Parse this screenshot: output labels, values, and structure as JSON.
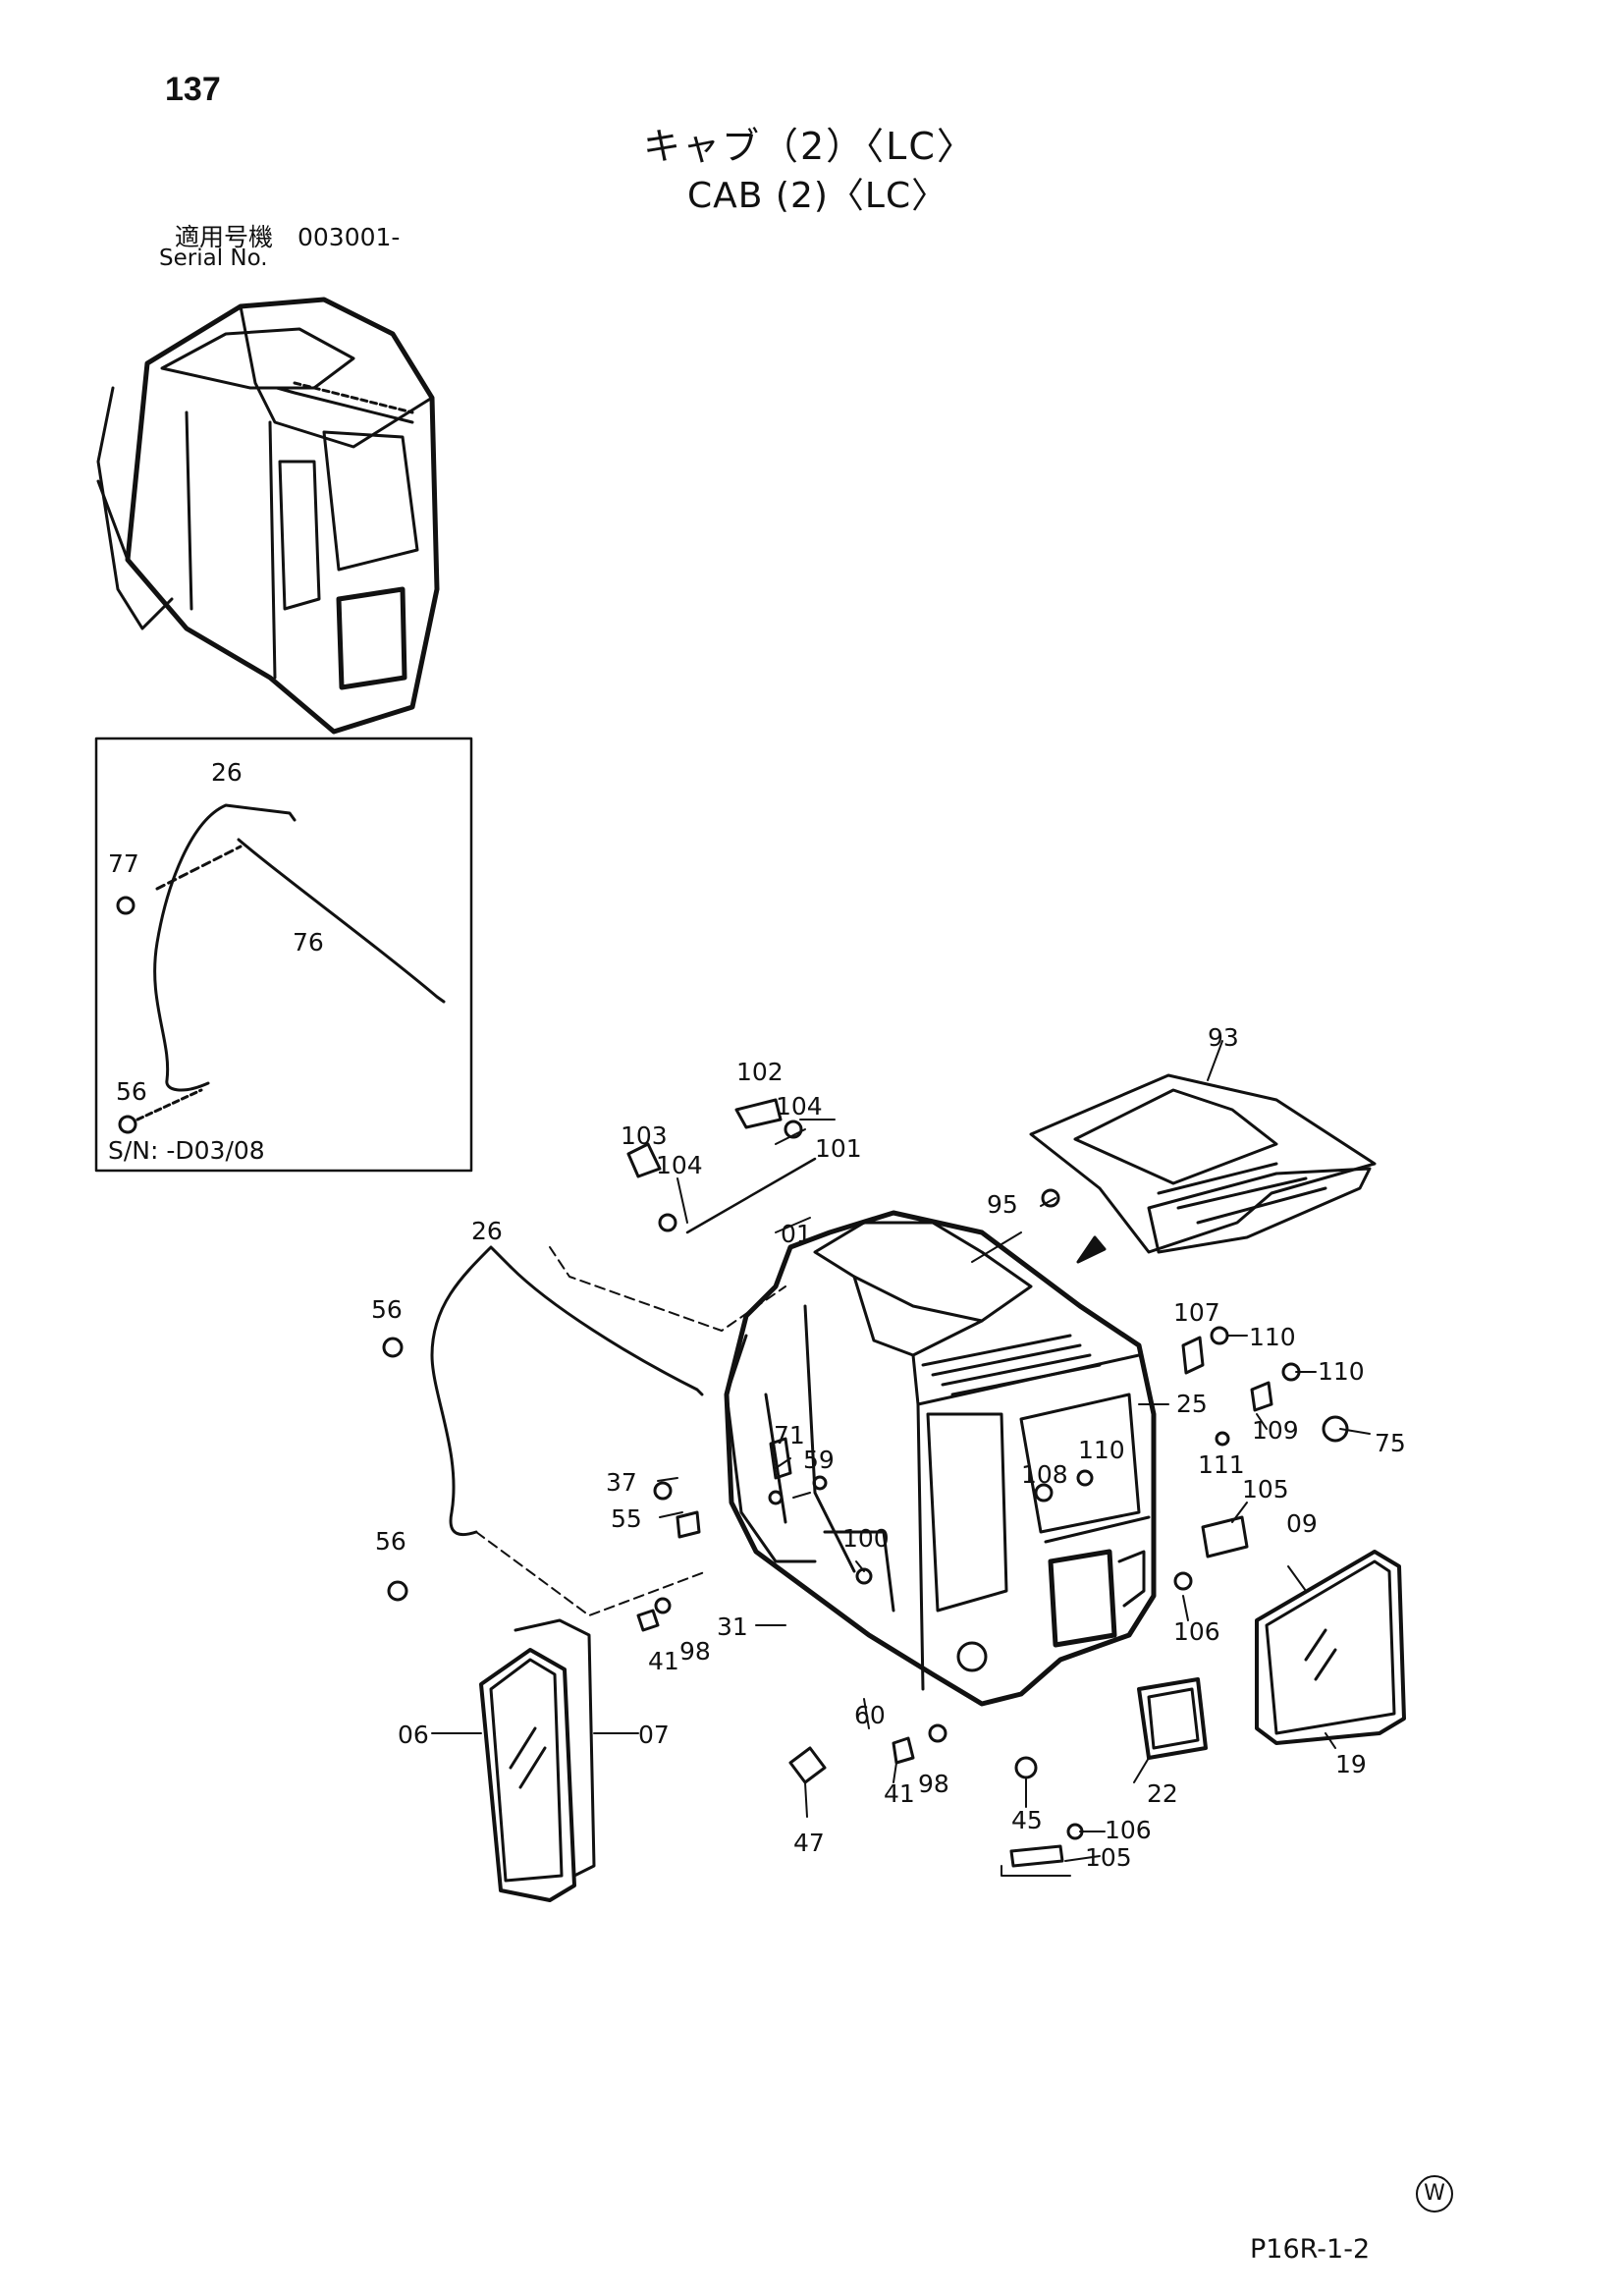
{
  "header": {
    "page_number": "137",
    "title_jp": "キャブ（2）〈LC〉",
    "title_en": "CAB (2)〈LC〉",
    "serial_jp": "適用号機　003001-",
    "serial_en": "Serial No."
  },
  "inset": {
    "serial_range": "S/N: -D03/08",
    "callouts": [
      "26",
      "77",
      "76",
      "56"
    ]
  },
  "callouts": {
    "c93": "93",
    "c102": "102",
    "c104a": "104",
    "c103": "103",
    "c104b": "104",
    "c101": "101",
    "c95": "95",
    "c26": "26",
    "c01": "01",
    "c56a": "56",
    "c107": "107",
    "c110a": "110",
    "c110b": "110",
    "c25": "25",
    "c110c": "110",
    "c109": "109",
    "c111": "111",
    "c75": "75",
    "c108": "108",
    "c71": "71",
    "c59": "59",
    "c37": "37",
    "c55": "55",
    "c105a": "105",
    "c09": "09",
    "c56b": "56",
    "c100": "100",
    "c106a": "106",
    "c31": "31",
    "c41a": "41",
    "c98a": "98",
    "c06": "06",
    "c07": "07",
    "c60": "60",
    "c22": "22",
    "c19": "19",
    "c41b": "41",
    "c98b": "98",
    "c45": "45",
    "c106b": "106",
    "c105b": "105",
    "c47": "47"
  },
  "footer": {
    "watermark": "W",
    "reference": "P16R-1-2"
  }
}
